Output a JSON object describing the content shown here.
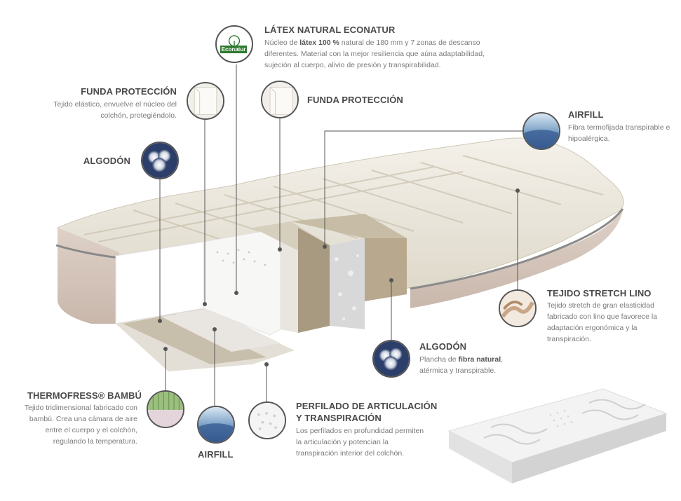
{
  "labels": {
    "latex": {
      "title": "LÁTEX NATURAL ECONATUR",
      "desc_pre": "Núcleo de ",
      "desc_bold": "látex 100 %",
      "desc_post": " natural de 180 mm y 7 zonas de descanso diferentes. Material con la mejor resiliencia que aúna adaptabilidad, sujeción al cuerpo, alivio de presión y transpirabilidad.",
      "logo": "Econatur"
    },
    "funda_left": {
      "title": "FUNDA PROTECCIÓN",
      "desc": "Tejido elástico, envuelve el núcleo del colchón, protegiéndolo."
    },
    "funda_right": {
      "title": "FUNDA PROTECCIÓN"
    },
    "algodon_left": {
      "title": "ALGODÓN"
    },
    "airfill_top": {
      "title": "AIRFILL",
      "desc": "Fibra termofijada transpirable e hipoalérgica."
    },
    "tejido": {
      "title": "TEJIDO STRETCH LINO",
      "desc": "Tejido stretch de gran elasticidad fabricado con lino que favorece la adaptación ergonómica y la transpiración."
    },
    "algodon_right": {
      "title": "ALGODÓN",
      "desc_pre": "Plancha de ",
      "desc_bold": "fibra natural",
      "desc_post": ", atérmica y transpirable."
    },
    "thermofress": {
      "title": "THERMOFRESS® BAMBÚ",
      "desc": "Tejido tridimensional fabricado con bambú. Crea una cámara de aire entre el cuerpo y el colchón, regulando la temperatura."
    },
    "airfill_bottom": {
      "title": "AIRFILL"
    },
    "perfilado": {
      "title_line1": "PERFILADO DE ARTICULACIÓN",
      "title_line2": "Y TRANSPIRACIÓN",
      "desc": "Los perfilados en profundidad permiten la articulación y potencian la transpiración interior del colchón."
    }
  },
  "icons": {
    "latex": "econatur-logo-icon",
    "funda": "fabric-fold-icon",
    "algodon": "cotton-icon",
    "airfill": "airfill-fiber-icon",
    "tejido": "linen-fabric-icon",
    "thermofress": "bamboo-fabric-icon",
    "perfilado": "perforated-foam-icon"
  },
  "colors": {
    "title": "#4a4a4a",
    "text": "#7a7a7a",
    "line": "#555555",
    "logo_green": "#2d7a2f"
  }
}
